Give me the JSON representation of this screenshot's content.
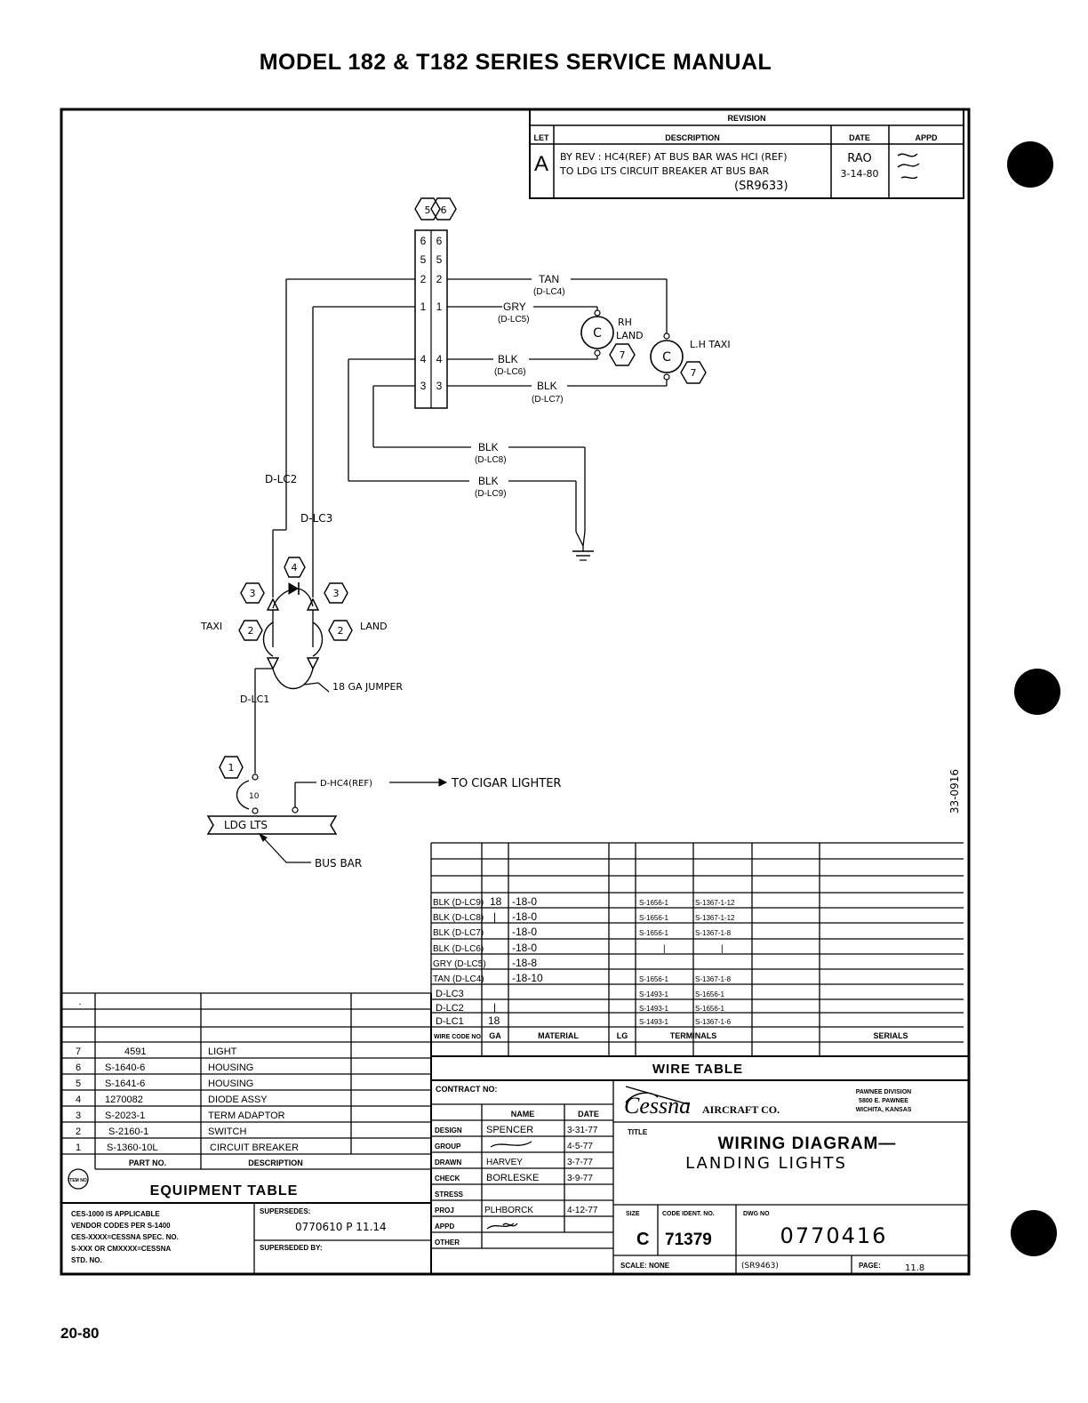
{
  "page": {
    "title": "MODEL 182 & T182 SERIES SERVICE MANUAL",
    "number": "20-80",
    "side_number": "33-0916"
  },
  "revision": {
    "header": "REVISION",
    "col_let": "LET",
    "col_description": "DESCRIPTION",
    "col_date": "DATE",
    "col_appd": "APPD",
    "letter": "A",
    "line1": "BY REV : HC4(REF) AT BUS BAR WAS HCI (REF)",
    "line2": "TO LDG LTS CIRCUIT BREAKER AT BUS BAR",
    "line3": "(SR9633)",
    "by": "RAO",
    "date": "3-14-80"
  },
  "diagram": {
    "connector_tags": [
      "5",
      "6"
    ],
    "pins_left": [
      "6",
      "5",
      "2",
      "1",
      "4",
      "3"
    ],
    "pins_right": [
      "6",
      "5",
      "2",
      "1",
      "4",
      "3"
    ],
    "wire_tan": "TAN",
    "wire_tan_code": "(D-LC4)",
    "wire_gry": "GRY",
    "wire_gry_code": "(D-LC5)",
    "wire_blk1": "BLK",
    "wire_blk1_code": "(D-LC6)",
    "wire_blk2": "BLK",
    "wire_blk2_code": "(D-LC7)",
    "wire_blk3": "BLK",
    "wire_blk3_code": "(D-LC8)",
    "wire_blk4": "BLK",
    "wire_blk4_code": "(D-LC9)",
    "lamp_letter": "C",
    "rh_land_1": "RH",
    "rh_land_2": "LAND",
    "lh_taxi": "L.H TAXI",
    "item7": "7",
    "dlc2": "D-LC2",
    "dlc3": "D-LC3",
    "dlc1": "D-LC1",
    "item4": "4",
    "item3": "3",
    "item2": "2",
    "item1": "1",
    "taxi": "TAXI",
    "land": "LAND",
    "jumper": "18 GA JUMPER",
    "breaker_rating": "10",
    "dhc4": "D-HC4(REF)",
    "to_cigar": "TO CIGAR LIGHTER",
    "ldg_lts": "LDG LTS",
    "bus_bar": "BUS BAR"
  },
  "wire_table": {
    "title": "WIRE TABLE",
    "col_code": "WIRE CODE NO.",
    "col_ga": "GA",
    "col_material": "MATERIAL",
    "col_lg": "LG",
    "col_terminals": "TERMINALS",
    "col_serials": "SERIALS",
    "rows": [
      {
        "code": "BLK (D-LC9)",
        "ga": "18",
        "mat": "-18-0",
        "t1": "S-1656-1",
        "t2": "S-1367-1-12"
      },
      {
        "code": "BLK (D-LC8)",
        "ga": "|",
        "mat": "-18-0",
        "t1": "S-1656-1",
        "t2": "S-1367-1-12"
      },
      {
        "code": "BLK (D-LC7)",
        "ga": "",
        "mat": "-18-0",
        "t1": "S-1656-1",
        "t2": "S-1367-1-8"
      },
      {
        "code": "BLK (D-LC6)",
        "ga": "",
        "mat": "-18-0",
        "t1": "|",
        "t2": "|"
      },
      {
        "code": "GRY (D-LC5)",
        "ga": "",
        "mat": "-18-8",
        "t1": "",
        "t2": ""
      },
      {
        "code": "TAN (D-LC4)",
        "ga": "",
        "mat": "-18-10",
        "t1": "S-1656-1",
        "t2": "S-1367-1-8"
      },
      {
        "code": "D-LC3",
        "ga": "",
        "mat": "",
        "t1": "S-1493-1",
        "t2": "S-1656-1"
      },
      {
        "code": "D-LC2",
        "ga": "|",
        "mat": "",
        "t1": "S-1493-1",
        "t2": "S-1656-1"
      },
      {
        "code": "D-LC1",
        "ga": "18",
        "mat": "",
        "t1": "S-1493-1",
        "t2": "S-1367-1-6"
      }
    ]
  },
  "equipment_table": {
    "title": "EQUIPMENT TABLE",
    "col_part": "PART NO.",
    "col_desc": "DESCRIPTION",
    "stamp": "ITEM NO.",
    "rows": [
      {
        "item": "7",
        "part": "4591",
        "desc": "LIGHT"
      },
      {
        "item": "6",
        "part": "S-1640-6",
        "desc": "HOUSING"
      },
      {
        "item": "5",
        "part": "S-1641-6",
        "desc": "HOUSING"
      },
      {
        "item": "4",
        "part": "1270082",
        "desc": "DIODE ASSY"
      },
      {
        "item": "3",
        "part": "S-2023-1",
        "desc": "TERM ADAPTOR"
      },
      {
        "item": "2",
        "part": "S-2160-1",
        "desc": "SWITCH"
      },
      {
        "item": "1",
        "part": "S-1360-10L",
        "desc": "CIRCUIT BREAKER"
      }
    ],
    "blank_item": "."
  },
  "title_block": {
    "contract": "CONTRACT NO:",
    "name_hdr": "NAME",
    "date_hdr": "DATE",
    "roles": [
      {
        "role": "DESIGN",
        "name": "SPENCER",
        "date": "3-31-77"
      },
      {
        "role": "GROUP",
        "name": "",
        "date": "4-5-77"
      },
      {
        "role": "DRAWN",
        "name": "HARVEY",
        "date": "3-7-77"
      },
      {
        "role": "CHECK",
        "name": "BORLESKE",
        "date": "3-9-77"
      },
      {
        "role": "STRESS",
        "name": "",
        "date": ""
      },
      {
        "role": "PROJ",
        "name": "PLHBORCK",
        "date": "4-12-77"
      },
      {
        "role": "APPD",
        "name": "",
        "date": ""
      },
      {
        "role": "OTHER",
        "name": "",
        "date": ""
      }
    ],
    "brand": "Cessna",
    "brand_suffix": "AIRCRAFT CO.",
    "division1": "PAWNEE DIVISION",
    "division2": "5800 E. PAWNEE",
    "division3": "WICHITA, KANSAS",
    "title_label": "TITLE",
    "title1": "WIRING DIAGRAM—",
    "title2": "LANDING LIGHTS",
    "size_hdr": "SIZE",
    "size": "C",
    "code_hdr": "CODE IDENT. NO.",
    "code": "71379",
    "dwg_hdr": "DWG NO",
    "dwg": "0770416",
    "scale": "SCALE: NONE",
    "sr": "(SR9463)",
    "page_lbl": "PAGE:",
    "page_val": "11.8",
    "note1": "CES-1000 IS APPLICABLE",
    "note2": "VENDOR CODES PER S-1400",
    "note3": "CES-XXXX=CESSNA SPEC. NO.",
    "note4": "S-XXX OR CMXXXX=CESSNA",
    "note5": "STD. NO.",
    "supersedes_lbl": "SUPERSEDES:",
    "supersedes": "0770610 P 11.14",
    "superseded_by_lbl": "SUPERSEDED BY:"
  }
}
